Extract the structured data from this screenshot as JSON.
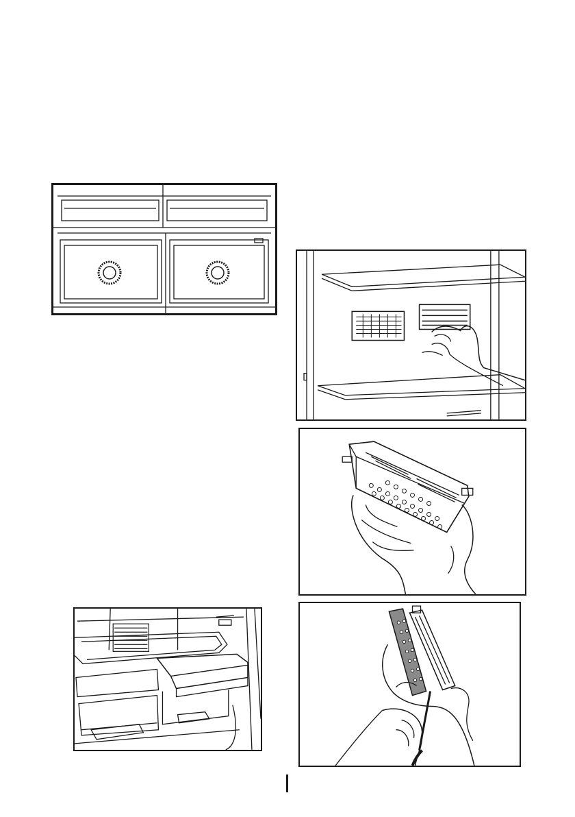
{
  "page": {
    "figures": [
      {
        "id": "drawers",
        "depicts": "crisper-drawers-front-view"
      },
      {
        "id": "filter-wall",
        "depicts": "hand-removing-filter-from-rear-wall"
      },
      {
        "id": "cartridge",
        "depicts": "hand-holding-filter-cartridge"
      },
      {
        "id": "fridge-interior",
        "depicts": "fridge-interior-with-drawer-pulled-out"
      },
      {
        "id": "open-cartridge",
        "depicts": "hands-opening-filter-cartridge"
      }
    ]
  },
  "colors": {
    "line": "#1a1a1a",
    "filter-fill": "#8a8a8a",
    "background": "#ffffff"
  }
}
